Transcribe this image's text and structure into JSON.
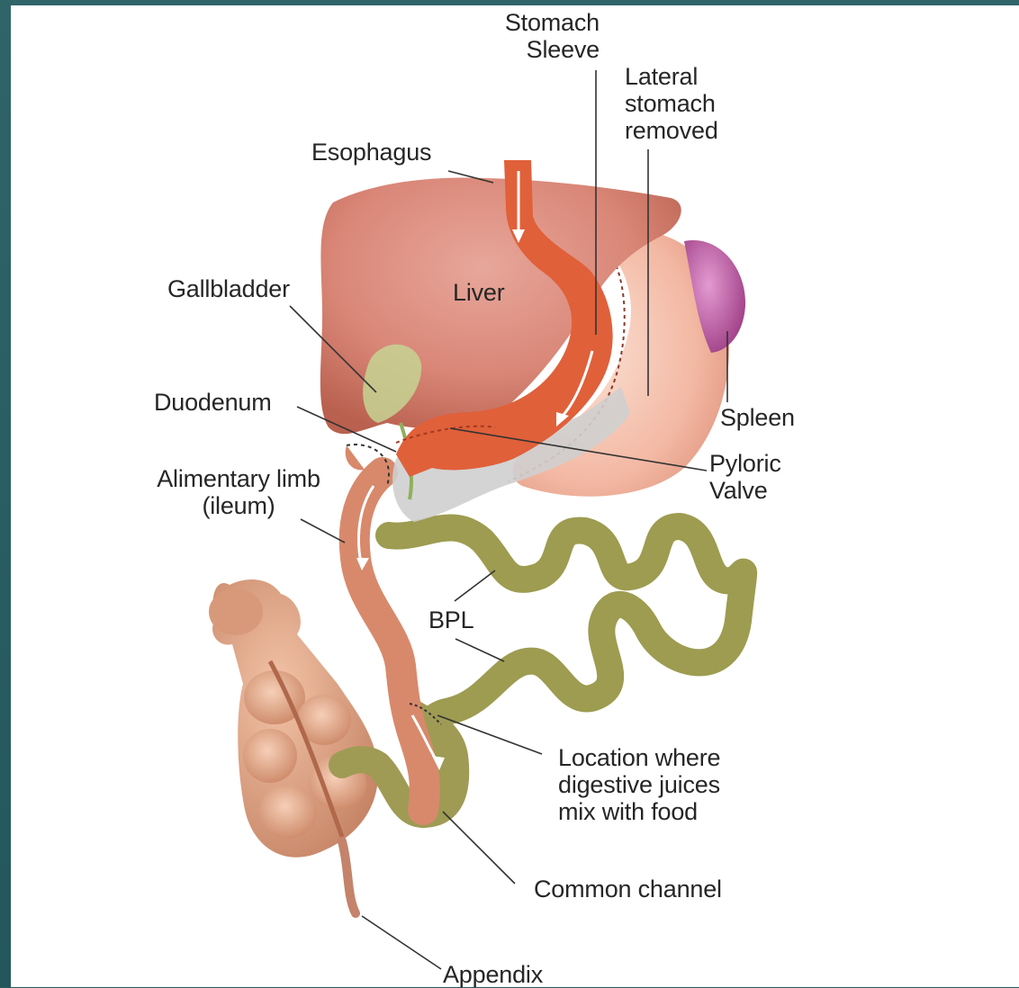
{
  "labels": {
    "stomach_sleeve": "Stomach\nSleeve",
    "lateral_stomach_removed": "Lateral\nstomach\nremoved",
    "esophagus": "Esophagus",
    "gallbladder": "Gallbladder",
    "liver": "Liver",
    "duodenum": "Duodenum",
    "spleen": "Spleen",
    "pyloric_valve": "Pyloric\nValve",
    "alimentary_limb": "Alimentary limb\n(ileum)",
    "bpl": "BPL",
    "mixing_location": "Location where\ndigestive juices\nmix with food",
    "common_channel": "Common channel",
    "appendix": "Appendix"
  },
  "colors": {
    "frame": "#2a5a5e",
    "liver": "#c97464",
    "stomach_sleeve": "#e0633d",
    "removed_stomach": "#f3b9a5",
    "spleen": "#b04a95",
    "biliopancreatic_limb": "#9b9a4e",
    "alimentary_limb": "#d88a6c",
    "colon": "#d49a7d",
    "gallbladder": "#b9c98a",
    "pancreas": "#c9c9c9"
  }
}
